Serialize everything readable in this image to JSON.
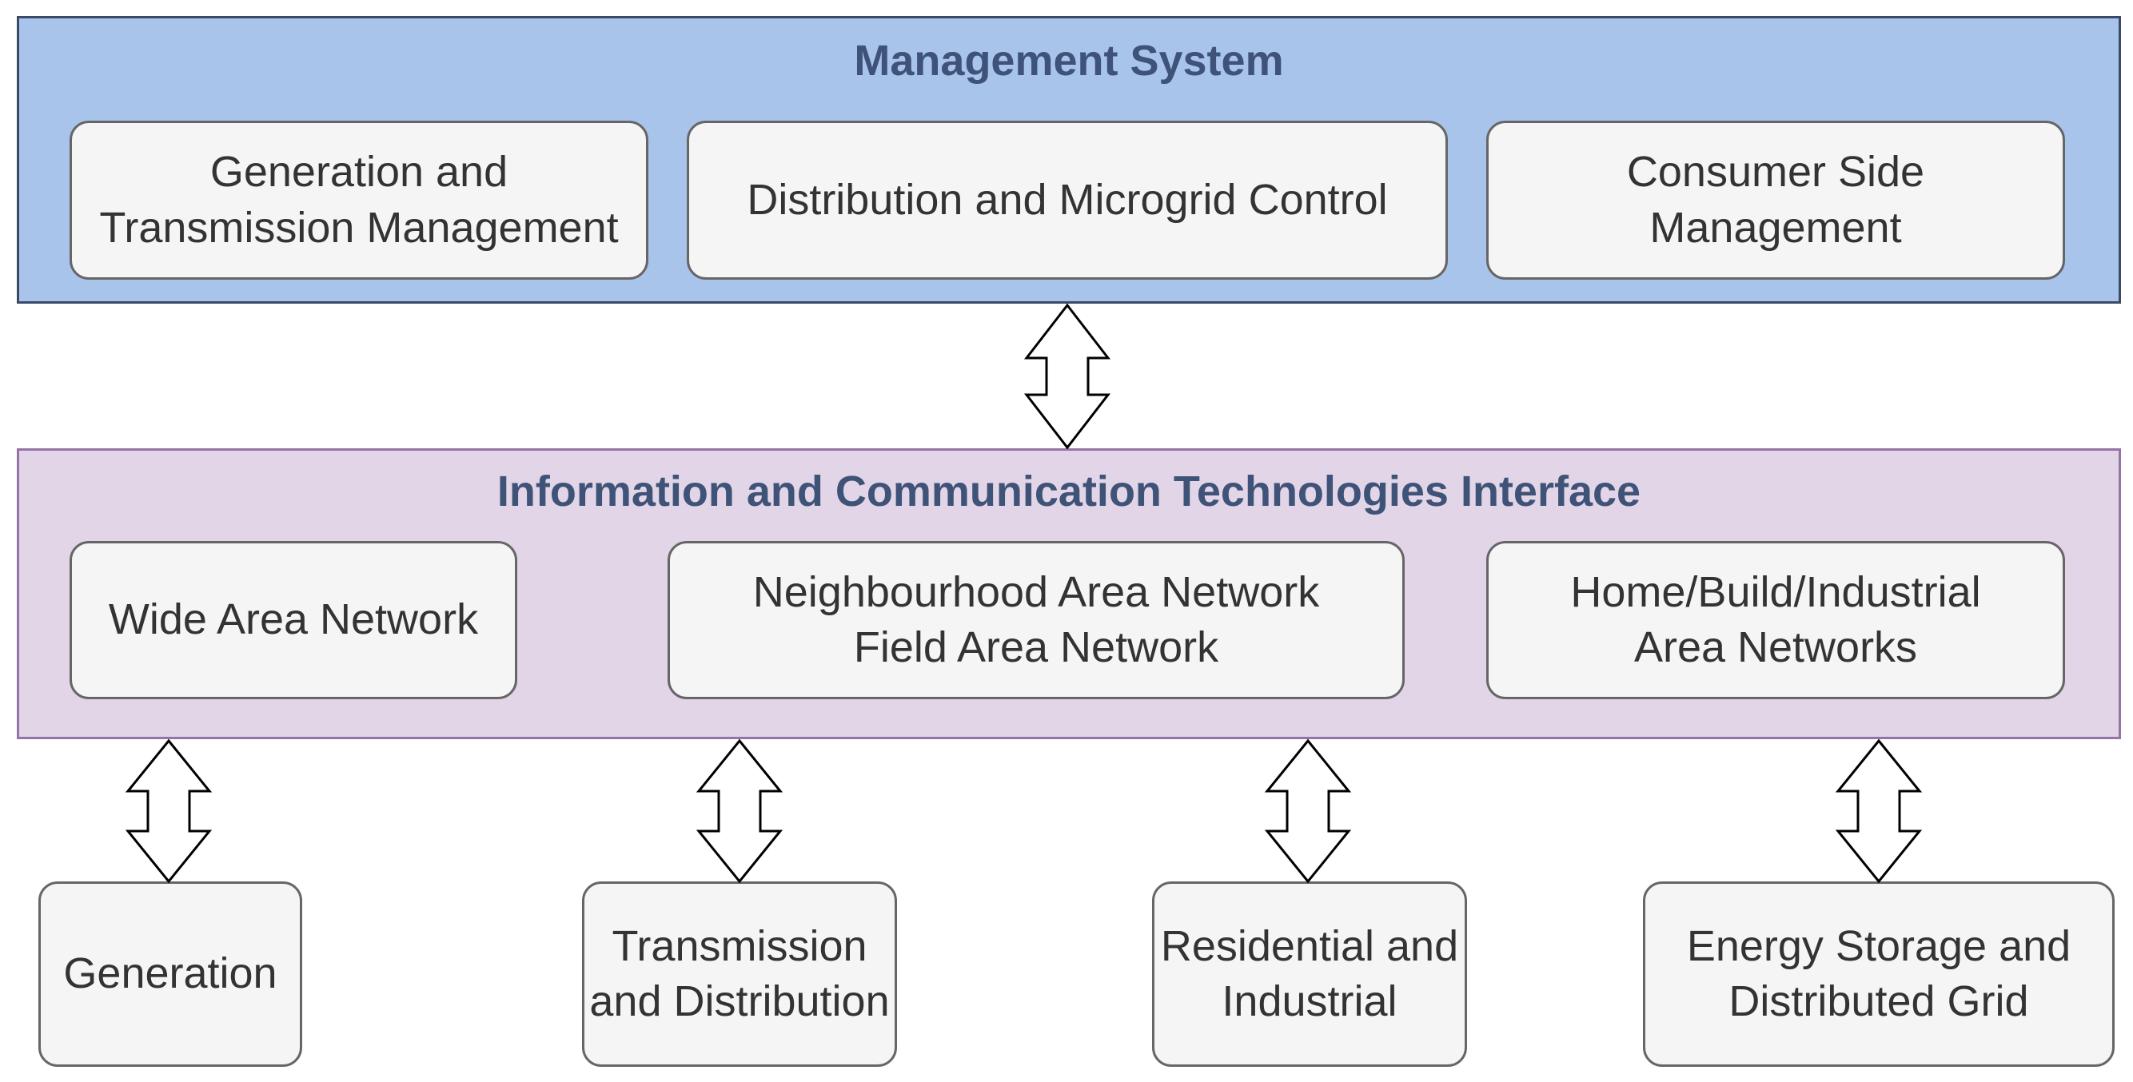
{
  "management": {
    "title": "Management System",
    "boxes": [
      "Generation and\nTransmission Management",
      "Distribution and Microgrid Control",
      "Consumer Side\nManagement"
    ]
  },
  "ict": {
    "title": "Information and Communication Technologies Interface",
    "boxes": [
      "Wide Area Network",
      "Neighbourhood Area Network\nField Area Network",
      "Home/Build/Industrial\nArea Networks"
    ]
  },
  "domains": [
    "Generation",
    "Transmission\nand Distribution",
    "Residential and\nIndustrial",
    "Energy Storage and\nDistributed Grid"
  ],
  "colors": {
    "management_fill": "#a9c4eb",
    "ict_fill": "#e1d5e7",
    "box_fill": "#f5f5f5",
    "title_text": "#3f5277"
  }
}
